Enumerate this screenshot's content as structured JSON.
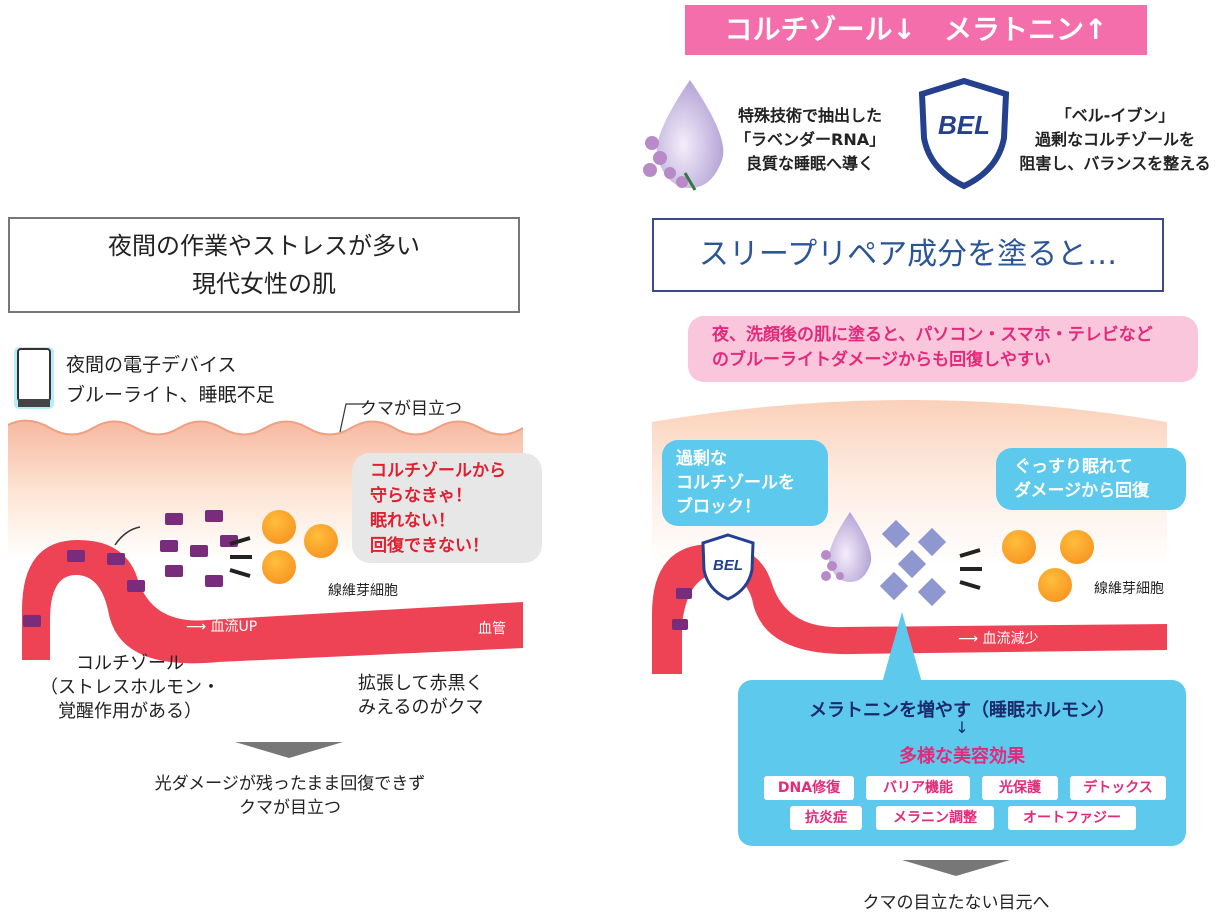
{
  "left": {
    "title_line1": "夜間の作業やストレスが多い",
    "title_line2": "現代女性の肌",
    "device_line1": "夜間の電子デバイス",
    "device_line2": "ブルーライト、睡眠不足",
    "kuma_label": "クマが目立つ",
    "bubble_line1": "コルチゾールから",
    "bubble_line2": "守らなきゃ！",
    "bubble_line3": "眠れない！",
    "bubble_line4": "回復できない！",
    "fibroblast": "線維芽細胞",
    "bloodflow": "血流UP",
    "vessel": "血管",
    "cortisol_line1": "コルチゾール",
    "cortisol_line2": "（ストレスホルモン・",
    "cortisol_line3": "覚醒作用がある）",
    "dilate_line1": "拡張して赤黒く",
    "dilate_line2": "みえるのがクマ",
    "result_line1": "光ダメージが残ったまま回復できず",
    "result_line2": "クマが目立つ"
  },
  "right": {
    "banner": "コルチゾール↓　メラトニン↑",
    "rna_line1": "特殊技術で抽出した",
    "rna_line2": "「ラベンダーRNA」",
    "rna_line3": "良質な睡眠へ導く",
    "bel_logo": "BEL",
    "bel_line1": "「ベル-イブン」",
    "bel_line2": "過剰なコルチゾールを",
    "bel_line3": "阻害し、バランスを整える",
    "title": "スリープリペア成分を塗ると…",
    "pink_line1": "夜、洗顔後の肌に塗ると、パソコン・スマホ・テレビなど",
    "pink_line2": "のブルーライトダメージからも回復しやすい",
    "block_line1": "過剰な",
    "block_line2": "コルチゾールを",
    "block_line3": "ブロック！",
    "sleep_line1": "ぐっすり眠れて",
    "sleep_line2": "ダメージから回復",
    "fibroblast": "線維芽細胞",
    "bloodflow": "血流減少",
    "melatonin": "メラトニンを増やす（睡眠ホルモン）",
    "effects_title": "多様な美容効果",
    "tags": [
      "DNA修復",
      "バリア機能",
      "光保護",
      "デトックス",
      "抗炎症",
      "メラニン調整",
      "オートファジー"
    ],
    "result": "クマの目立たない目元へ"
  },
  "colors": {
    "pink": "#f46eab",
    "blue": "#5cc9ed",
    "vessel": "#ee4355",
    "navy": "#2a5597"
  }
}
